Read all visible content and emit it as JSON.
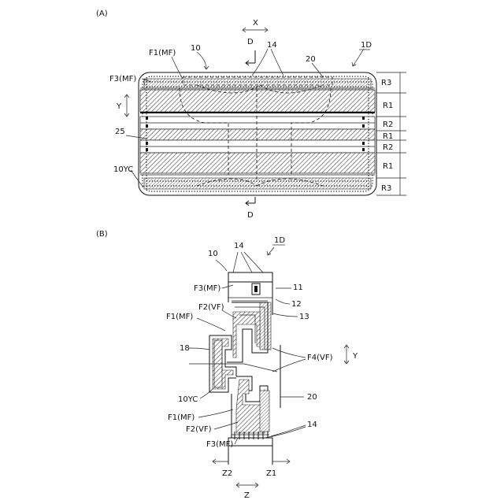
{
  "panel_a": {
    "label": "(A)",
    "ref_10": "10",
    "ref_1d": "1D",
    "f1": "F1(MF)",
    "f3": "F3(MF)",
    "ref_14": "14",
    "ref_20": "20",
    "ref_25": "25",
    "ref_10yc": "10YC",
    "axis_x": "X",
    "axis_y": "Y",
    "section_top": "D",
    "section_bottom": "D",
    "regions": [
      "R3",
      "R1",
      "R2",
      "R1",
      "R2",
      "R1",
      "R3"
    ]
  },
  "panel_b": {
    "label": "(B)",
    "ref_10": "10",
    "ref_14_top": "14",
    "ref_1d": "1D",
    "f3_top": "F3(MF)",
    "ref_11": "11",
    "ref_12": "12",
    "f2_top": "F2(VF)",
    "ref_13": "13",
    "f1_top": "F1(MF)",
    "ref_18": "18",
    "f4": "F4(VF)",
    "axis_y": "Y",
    "ref_10yc": "10YC",
    "ref_20": "20",
    "f1_bottom": "F1(MF)",
    "f2_bottom": "F2(VF)",
    "ref_14_bottom": "14",
    "f3_bottom": "F3(MF)",
    "z2": "Z2",
    "z1": "Z1",
    "axis_z": "Z"
  }
}
